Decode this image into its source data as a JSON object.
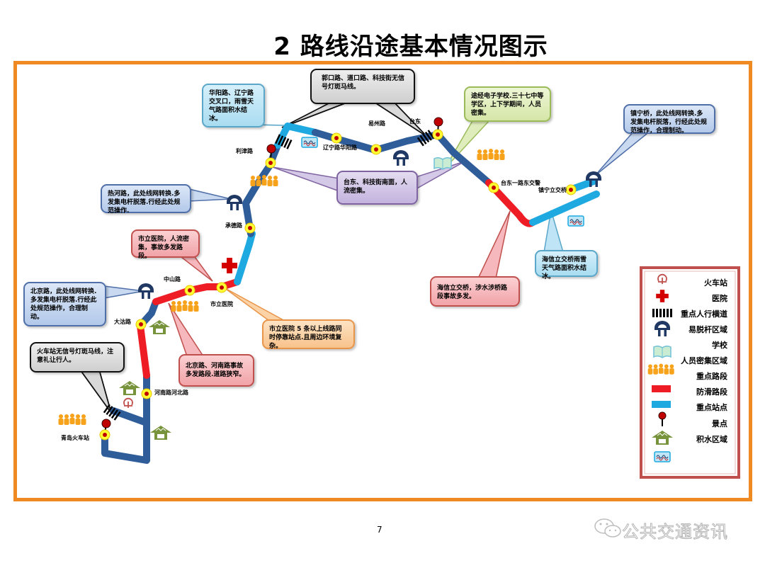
{
  "title": "2 路线沿途基本情况图示",
  "page_number": "7",
  "watermark": "公共交通资讯",
  "colors": {
    "frame": "#ef8a23",
    "route_normal": "#2e5d9a",
    "route_slippery": "#ee1c24",
    "route_key_stop": "#1fa9e1",
    "legend_border": "#c0504d"
  },
  "stations": [
    {
      "name": "青岛火车站"
    },
    {
      "name": "河南路河北路"
    },
    {
      "name": "大沽路"
    },
    {
      "name": "中山路"
    },
    {
      "name": "市立医院"
    },
    {
      "name": "承德路"
    },
    {
      "name": "利津路"
    },
    {
      "name": "辽宁路华阳路"
    },
    {
      "name": "易州路"
    },
    {
      "name": "台东"
    },
    {
      "name": "台东一路东交警"
    },
    {
      "name": "镇宁立交桥"
    }
  ],
  "callouts": [
    {
      "text": "华阳路、辽宁路交叉口，雨雪天气路面积水结冰。",
      "type": "积水结冰"
    },
    {
      "text": "郭口路、道口路、科技街无信号灯斑马线。",
      "type": "人行横道"
    },
    {
      "text": "途经电子学校.三十七中等学区，上下学期间，人员密集。",
      "type": "学校"
    },
    {
      "text": "镇宁桥，此处线网转换.多发集电杆脱落，行经此处规范操作，合理制动。",
      "type": "易脱杆"
    },
    {
      "text": "台东、科技街南面，人流密集。",
      "type": "人员密集"
    },
    {
      "text": "热河路，此处线网转换.多发集电杆脱落.行经此处规范操作.",
      "type": "易脱杆"
    },
    {
      "text": "市立医院，人流密集，事故多发路段。",
      "type": "事故多发"
    },
    {
      "text": "北京路，此处线网转换.多发集电杆脱落.行经此处规范操作，合理制动。",
      "type": "易脱杆"
    },
    {
      "text": "市立医院 5 条以上线路同时停靠站点.且周边环境复杂。",
      "type": "重点站点"
    },
    {
      "text": "北京路、河南路事故多发路段.道路狭窄。",
      "type": "事故多发"
    },
    {
      "text": "火车站无信号灯斑马线，注意礼让行人。",
      "type": "人行横道"
    },
    {
      "text": "海信立交桥，涉水涉桥路段事故多发。",
      "type": "事故多发"
    },
    {
      "text": "海信立交桥雨雪天气路面积水结冰。",
      "type": "积水结冰"
    }
  ],
  "legend": {
    "items": [
      {
        "icon": "train-station-icon",
        "label": "火车站"
      },
      {
        "icon": "hospital-cross-icon",
        "label": "医院"
      },
      {
        "icon": "crosswalk-icon",
        "label": "重点人行横道"
      },
      {
        "icon": "pantograph-arch-icon",
        "label": "易脱杆区域"
      },
      {
        "icon": "book-icon",
        "label": "学校"
      },
      {
        "icon": "people-crowd-icon",
        "label": "人员密集区域"
      },
      {
        "icon": "red-bar-icon",
        "label": "重点路段"
      },
      {
        "icon": "blue-bar-icon",
        "label": "防滑路段"
      },
      {
        "icon": "pin-icon",
        "label": "重点站点"
      },
      {
        "icon": "house-icon",
        "label": "景点"
      },
      {
        "icon": "water-icon",
        "label": "积水区域"
      }
    ]
  }
}
